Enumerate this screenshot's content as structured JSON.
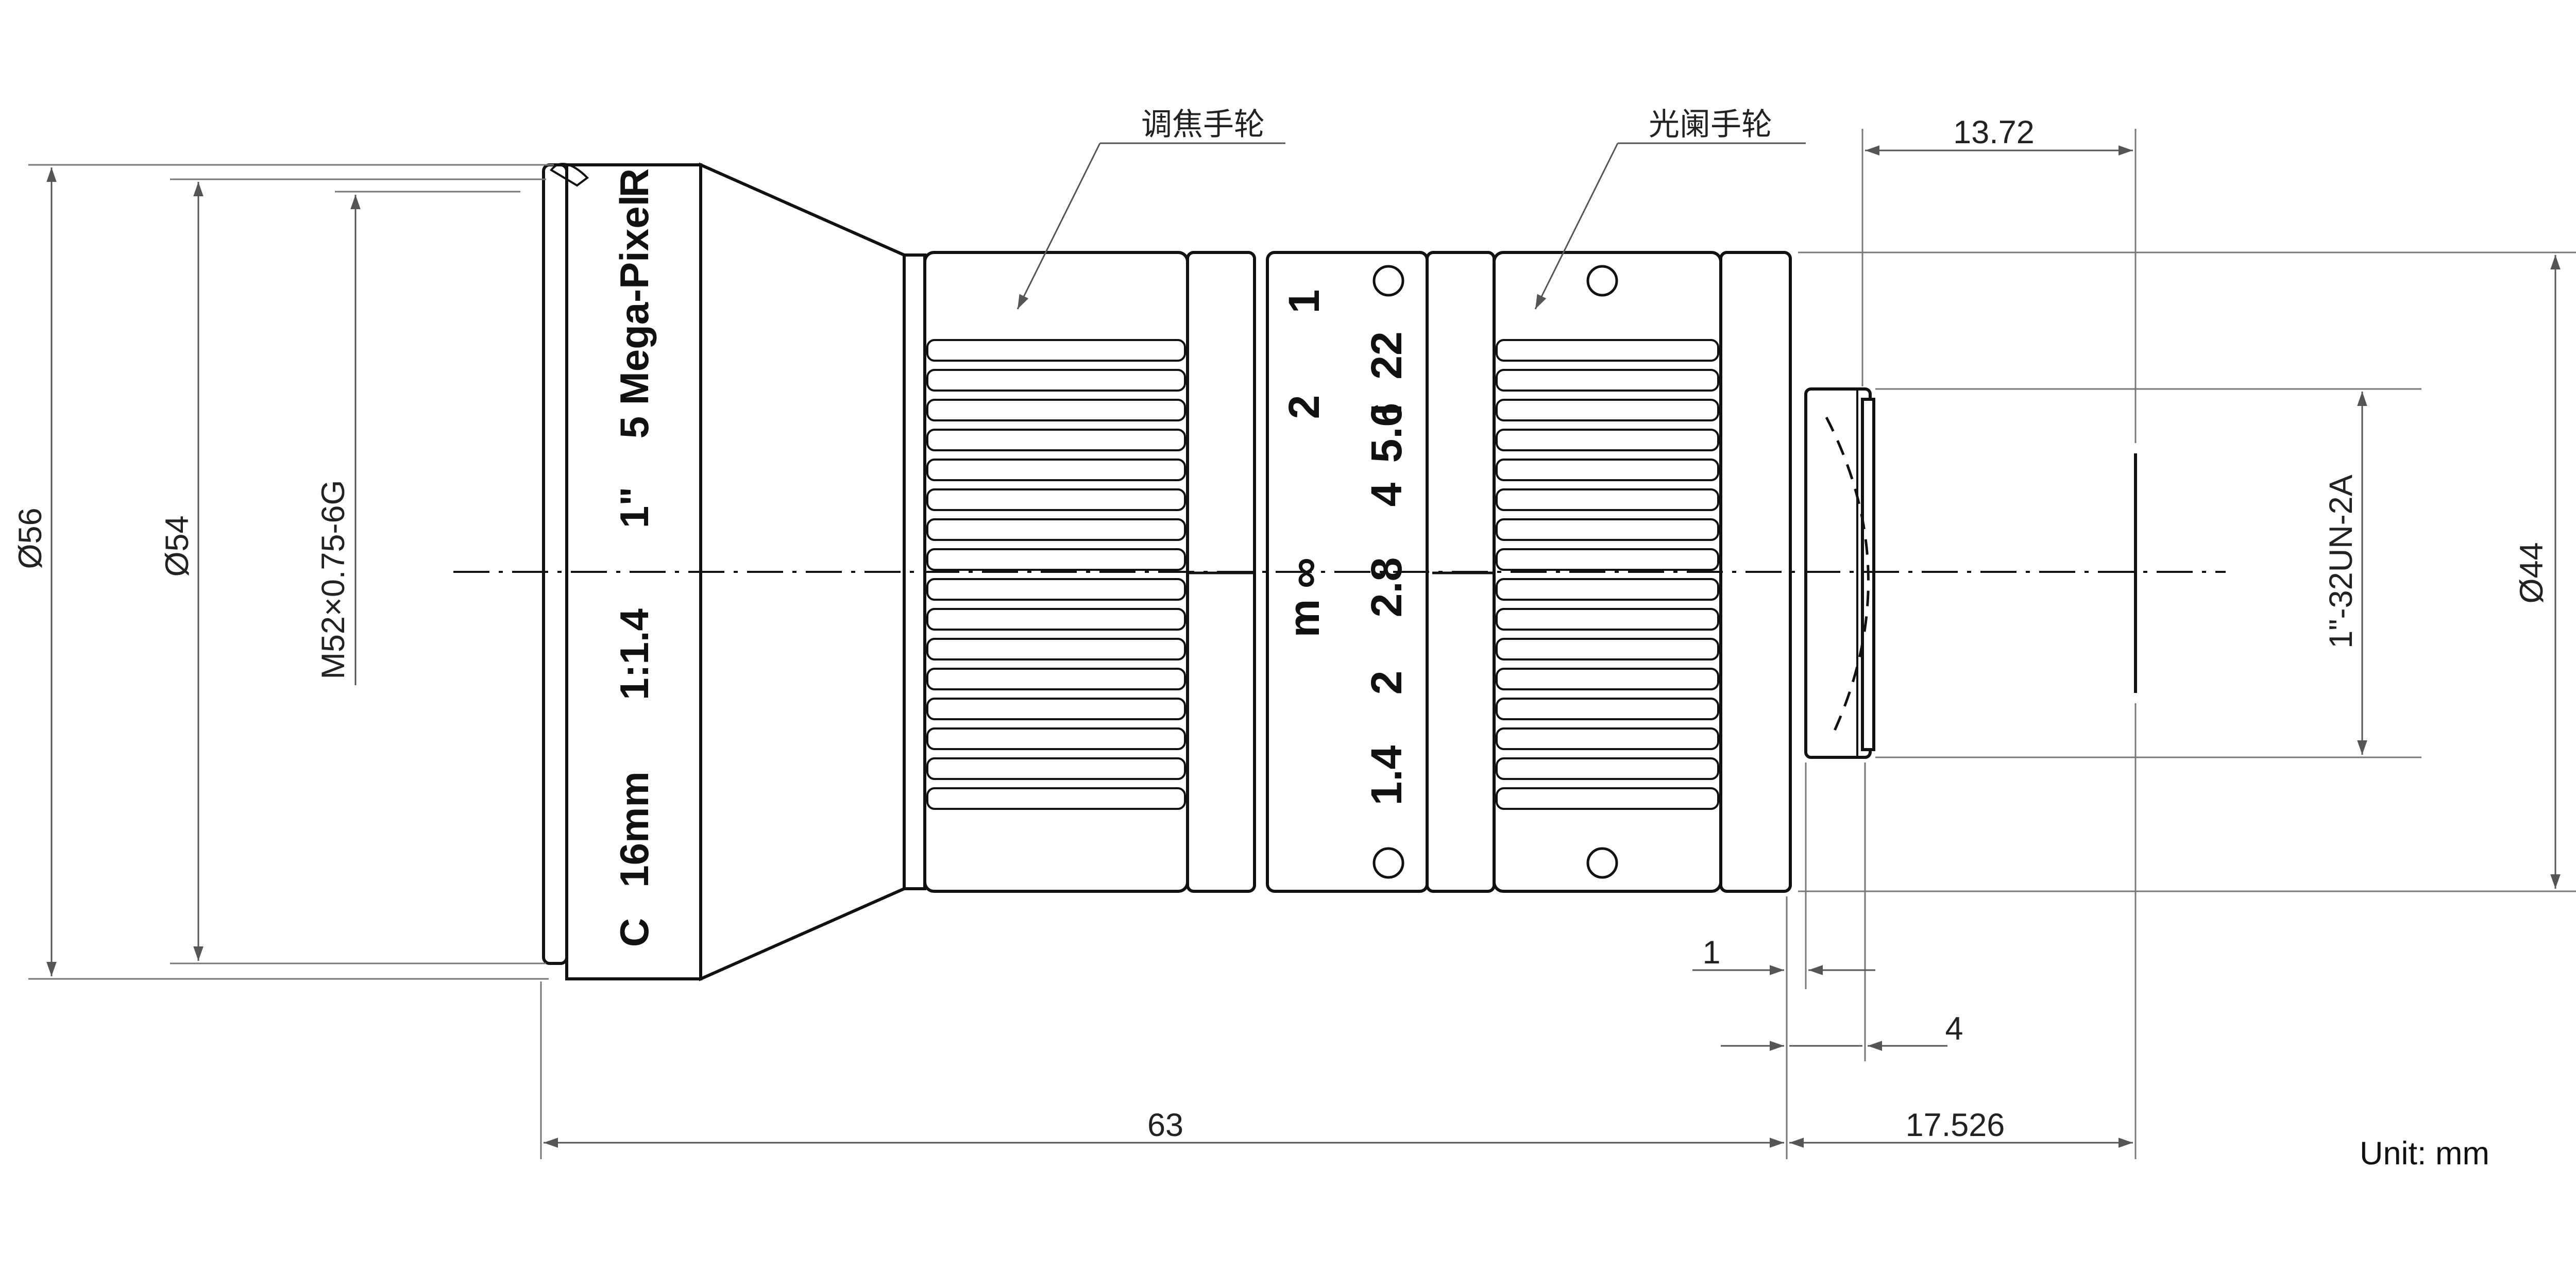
{
  "labels": {
    "focus_ring": "调焦手轮",
    "iris_ring": "光阑手轮",
    "unit": "Unit: mm"
  },
  "dimensions": {
    "d56": "Ø56",
    "d54": "Ø54",
    "filter_thread": "M52×0.75-6G",
    "d44": "Ø44",
    "mount_thread": "1\"-32UN-2A",
    "flange_13_72": "13.72",
    "len_63": "63",
    "len_17_526": "17.526",
    "len_1": "1",
    "len_4": "4"
  },
  "lens_markings": {
    "mount": "C",
    "focal": "16mm",
    "aperture": "1:1.4",
    "format": "1\"",
    "resolution": "5 Mega-Pixel",
    "ir": "R"
  },
  "distance_scale": {
    "unit": "m",
    "infinity": "∞",
    "two": "2",
    "one": "1"
  },
  "aperture_scale": [
    "1.4",
    "2",
    "2.8",
    "4",
    "5.6",
    "I",
    "22"
  ],
  "colors": {
    "line": "#111111",
    "dimension_line": "#555555",
    "background": "#ffffff"
  }
}
